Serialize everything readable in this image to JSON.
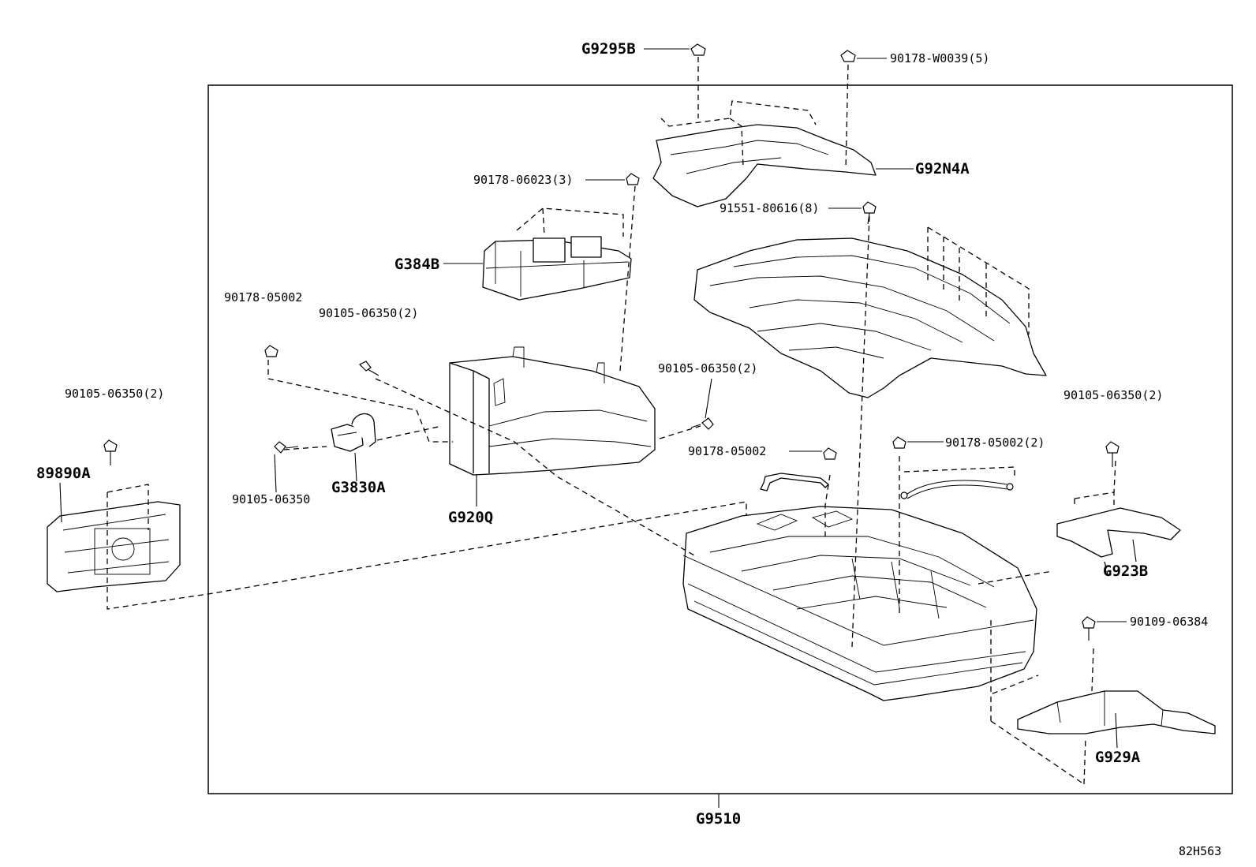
{
  "labels": {
    "g9295b": "G9295B",
    "p90178_w0039": "90178-W0039(5)",
    "g92n4a": "G92N4A",
    "p90178_06023": "90178-06023(3)",
    "p91551_80616": "91551-80616(8)",
    "g384b": "G384B",
    "p90178_05002_a": "90178-05002",
    "p90105_06350_2_a": "90105-06350(2)",
    "p90105_06350_2_b": "90105-06350(2)",
    "p90105_06350_2_left": "90105-06350(2)",
    "p90105_06350_2_right": "90105-06350(2)",
    "p89890a": "89890A",
    "p90105_06350": "90105-06350",
    "g3830a": "G3830A",
    "g920q": "G920Q",
    "p90178_05002_b": "90178-05002",
    "p90178_05002_2": "90178-05002(2)",
    "g923b": "G923B",
    "p90109_06384": "90109-06384",
    "g929a": "G929A",
    "g9510": "G9510",
    "diagram_code": "82H563"
  }
}
